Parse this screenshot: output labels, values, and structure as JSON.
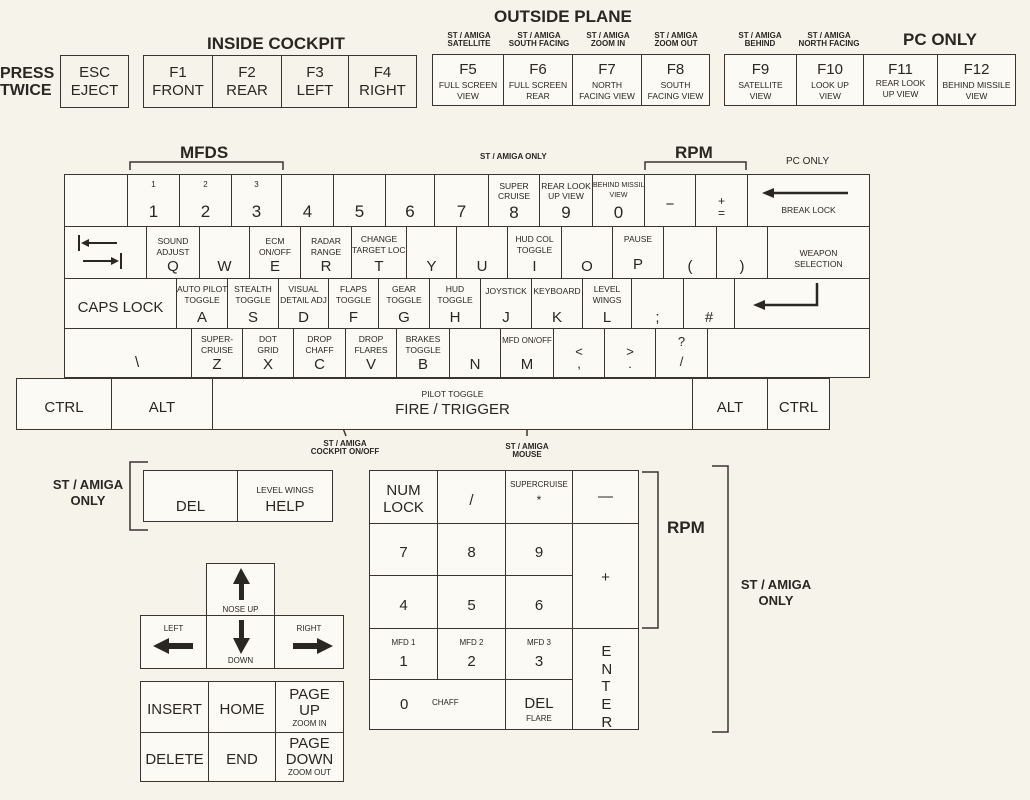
{
  "headers": {
    "outside_plane": "OUTSIDE PLANE",
    "inside_cockpit": "INSIDE COCKPIT",
    "pc_only": "PC ONLY",
    "press_twice_1": "PRESS",
    "press_twice_2": "TWICE",
    "mfds": "MFDS",
    "rpm_top": "RPM",
    "st_amiga_only_mid": "ST / AMIGA ONLY",
    "pc_only_small": "PC ONLY",
    "st_amiga_only_left_1": "ST / AMIGA",
    "st_amiga_only_left_2": "ONLY",
    "rpm_pad": "RPM",
    "st_amiga_only_right_1": "ST / AMIGA",
    "st_amiga_only_right_2": "ONLY",
    "cockpit_onoff_1": "ST / AMIGA",
    "cockpit_onoff_2": "COCKPIT ON/OFF",
    "mouse_1": "ST / AMIGA",
    "mouse_2": "MOUSE"
  },
  "fkeys": {
    "esc": {
      "l1": "ESC",
      "l2": "EJECT"
    },
    "f1": {
      "l1": "F1",
      "l2": "FRONT"
    },
    "f2": {
      "l1": "F2",
      "l2": "REAR"
    },
    "f3": {
      "l1": "F3",
      "l2": "LEFT"
    },
    "f4": {
      "l1": "F4",
      "l2": "RIGHT"
    },
    "f5": {
      "hd1": "ST / AMIGA",
      "hd2": "SATELLITE",
      "l1": "F5",
      "s1": "FULL SCREEN",
      "s2": "VIEW"
    },
    "f6": {
      "hd1": "ST / AMIGA",
      "hd2": "SOUTH FACING",
      "l1": "F6",
      "s1": "FULL SCREEN",
      "s2": "REAR"
    },
    "f7": {
      "hd1": "ST / AMIGA",
      "hd2": "ZOOM IN",
      "l1": "F7",
      "s1": "NORTH",
      "s2": "FACING VIEW"
    },
    "f8": {
      "hd1": "ST / AMIGA",
      "hd2": "ZOOM OUT",
      "l1": "F8",
      "s1": "SOUTH",
      "s2": "FACING VIEW"
    },
    "f9": {
      "hd1": "ST / AMIGA",
      "hd2": "BEHIND",
      "l1": "F9",
      "s1": "SATELLITE",
      "s2": "VIEW"
    },
    "f10": {
      "hd1": "ST / AMIGA",
      "hd2": "NORTH FACING",
      "l1": "F10",
      "s1": "LOOK UP",
      "s2": "VIEW"
    },
    "f11": {
      "l1": "F11",
      "s1": "REAR LOOK",
      "s2": "UP VIEW"
    },
    "f12": {
      "l1": "F12",
      "s1": "BEHIND MISSILE",
      "s2": "VIEW"
    }
  },
  "row1": {
    "k1": {
      "top": "1",
      "main": "1"
    },
    "k2": {
      "top": "2",
      "main": "2"
    },
    "k3": {
      "top": "3",
      "main": "3"
    },
    "k4": {
      "main": "4"
    },
    "k5": {
      "main": "5"
    },
    "k6": {
      "main": "6"
    },
    "k7": {
      "main": "7"
    },
    "k8": {
      "s1": "SUPER",
      "s2": "CRUISE",
      "main": "8"
    },
    "k9": {
      "s1": "REAR LOOK",
      "s2": "UP VIEW",
      "main": "9"
    },
    "k0": {
      "s1": "BEHIND MISSILE",
      "s2": "VIEW",
      "main": "0"
    },
    "minus": {
      "main": "−"
    },
    "plus_top": "+",
    "plus_bottom": "=",
    "backspace": {
      "label": "BREAK LOCK"
    }
  },
  "row2": {
    "q": {
      "s1": "SOUND",
      "s2": "ADJUST",
      "main": "Q"
    },
    "w": {
      "main": "W"
    },
    "e": {
      "s1": "ECM",
      "s2": "ON/OFF",
      "main": "E"
    },
    "r": {
      "s1": "RADAR",
      "s2": "RANGE",
      "main": "R"
    },
    "t": {
      "s1": "CHANGE",
      "s2": "TARGET LOCK",
      "main": "T"
    },
    "y": {
      "main": "Y"
    },
    "u": {
      "main": "U"
    },
    "i": {
      "s1": "HUD COL",
      "s2": "TOGGLE",
      "main": "I"
    },
    "o": {
      "main": "O"
    },
    "p": {
      "s1": "PAUSE",
      "main": "P"
    },
    "lparen": {
      "main": "("
    },
    "rparen": {
      "main": ")"
    },
    "weapon": {
      "s1": "WEAPON",
      "s2": "SELECTION"
    }
  },
  "row3": {
    "caps": {
      "main": "CAPS LOCK"
    },
    "a": {
      "s1": "AUTO PILOT",
      "s2": "TOGGLE",
      "main": "A"
    },
    "s": {
      "s1": "STEALTH",
      "s2": "TOGGLE",
      "main": "S"
    },
    "d": {
      "s1": "VISUAL",
      "s2": "DETAIL ADJ",
      "main": "D"
    },
    "f": {
      "s1": "FLAPS",
      "s2": "TOGGLE",
      "main": "F"
    },
    "g": {
      "s1": "GEAR",
      "s2": "TOGGLE",
      "main": "G"
    },
    "h": {
      "s1": "HUD",
      "s2": "TOGGLE",
      "main": "H"
    },
    "j": {
      "s1": "JOYSTICK",
      "main": "J"
    },
    "k": {
      "s1": "KEYBOARD",
      "main": "K"
    },
    "l": {
      "s1": "LEVEL",
      "s2": "WINGS",
      "main": "L"
    },
    "semi": {
      "main": ";"
    },
    "hash": {
      "main": "#"
    }
  },
  "row4": {
    "backslash": {
      "main": "\\"
    },
    "z": {
      "s1": "SUPER-",
      "s2": "CRUISE",
      "main": "Z"
    },
    "x": {
      "s1": "DOT",
      "s2": "GRID",
      "main": "X"
    },
    "c": {
      "s1": "DROP",
      "s2": "CHAFF",
      "main": "C"
    },
    "v": {
      "s1": "DROP",
      "s2": "FLARES",
      "main": "V"
    },
    "b": {
      "s1": "BRAKES",
      "s2": "TOGGLE",
      "main": "B"
    },
    "n": {
      "main": "N"
    },
    "m": {
      "s1": "MFD ON/OFF",
      "main": "M"
    },
    "comma": {
      "top": "<",
      "main": ","
    },
    "period": {
      "top": ">",
      "main": "."
    },
    "slash": {
      "top": "?",
      "main": "/"
    }
  },
  "row5": {
    "ctrl_l": "CTRL",
    "alt_l": "ALT",
    "space_small": "PILOT TOGGLE",
    "space_main": "FIRE / TRIGGER",
    "alt_r": "ALT",
    "ctrl_r": "CTRL"
  },
  "editing": {
    "del": "DEL",
    "help_small": "LEVEL WINGS",
    "help": "HELP",
    "nose_up": "NOSE UP",
    "down": "DOWN",
    "left": "LEFT",
    "right": "RIGHT",
    "insert": "INSERT",
    "home": "HOME",
    "page_up_1": "PAGE",
    "page_up_2": "UP",
    "zoom_in": "ZOOM IN",
    "delete": "DELETE",
    "end": "END",
    "page_down_1": "PAGE",
    "page_down_2": "DOWN",
    "zoom_out": "ZOOM OUT"
  },
  "numpad": {
    "numlock_1": "NUM",
    "numlock_2": "LOCK",
    "slash": "/",
    "star_small": "SUPERCRUISE",
    "star": "*",
    "minus": "—",
    "n7": "7",
    "n8": "8",
    "n9": "9",
    "plus": "+",
    "n4": "4",
    "n5": "5",
    "n6": "6",
    "mfd1": "MFD 1",
    "n1": "1",
    "mfd2": "MFD 2",
    "n2": "2",
    "mfd3": "MFD 3",
    "n3": "3",
    "enter": "ENTER",
    "n0": "0",
    "chaff": "CHAFF",
    "del": "DEL",
    "flare": "FLARE"
  }
}
